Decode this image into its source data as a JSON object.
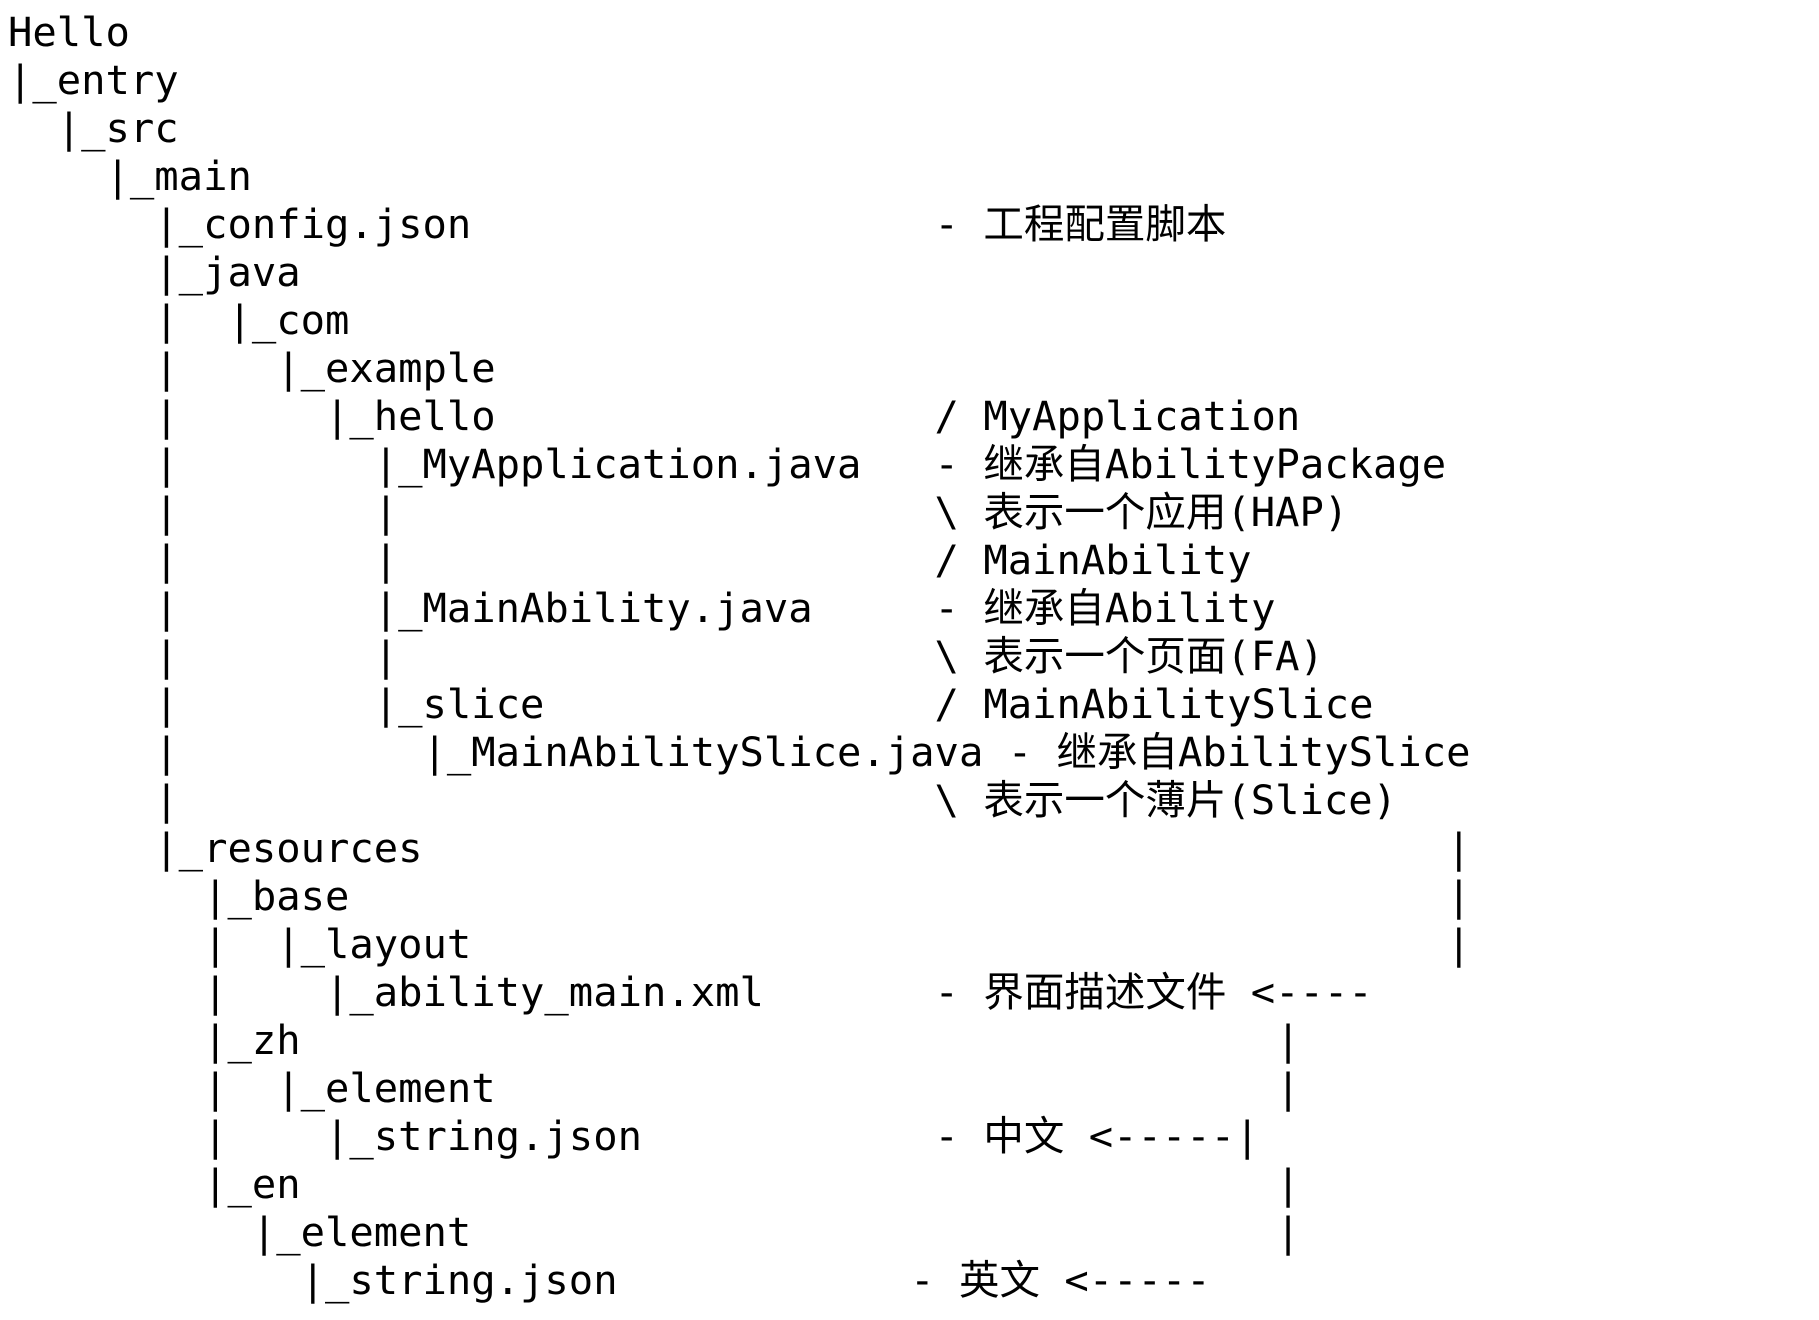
{
  "lines": [
    "Hello",
    "|_entry",
    "  |_src",
    "    |_main",
    "      |_config.json                   - 工程配置脚本",
    "      |_java",
    "      |  |_com",
    "      |    |_example",
    "      |      |_hello                  / MyApplication",
    "      |        |_MyApplication.java   - 继承自AbilityPackage",
    "      |        |                      \\ 表示一个应用(HAP)",
    "      |        |                      / MainAbility",
    "      |        |_MainAbility.java     - 继承自Ability",
    "      |        |                      \\ 表示一个页面(FA)",
    "      |        |_slice                / MainAbilitySlice",
    "      |          |_MainAbilitySlice.java - 继承自AbilitySlice",
    "      |                               \\ 表示一个薄片(Slice)",
    "      |_resources                                          |",
    "        |_base                                             |",
    "        |  |_layout                                        |",
    "        |    |_ability_main.xml       - 界面描述文件 <----",
    "        |_zh                                        |",
    "        |  |_element                                |",
    "        |    |_string.json            - 中文 <-----|",
    "        |_en                                        |",
    "          |_element                                 |",
    "            |_string.json            - 英文 <-----"
  ]
}
